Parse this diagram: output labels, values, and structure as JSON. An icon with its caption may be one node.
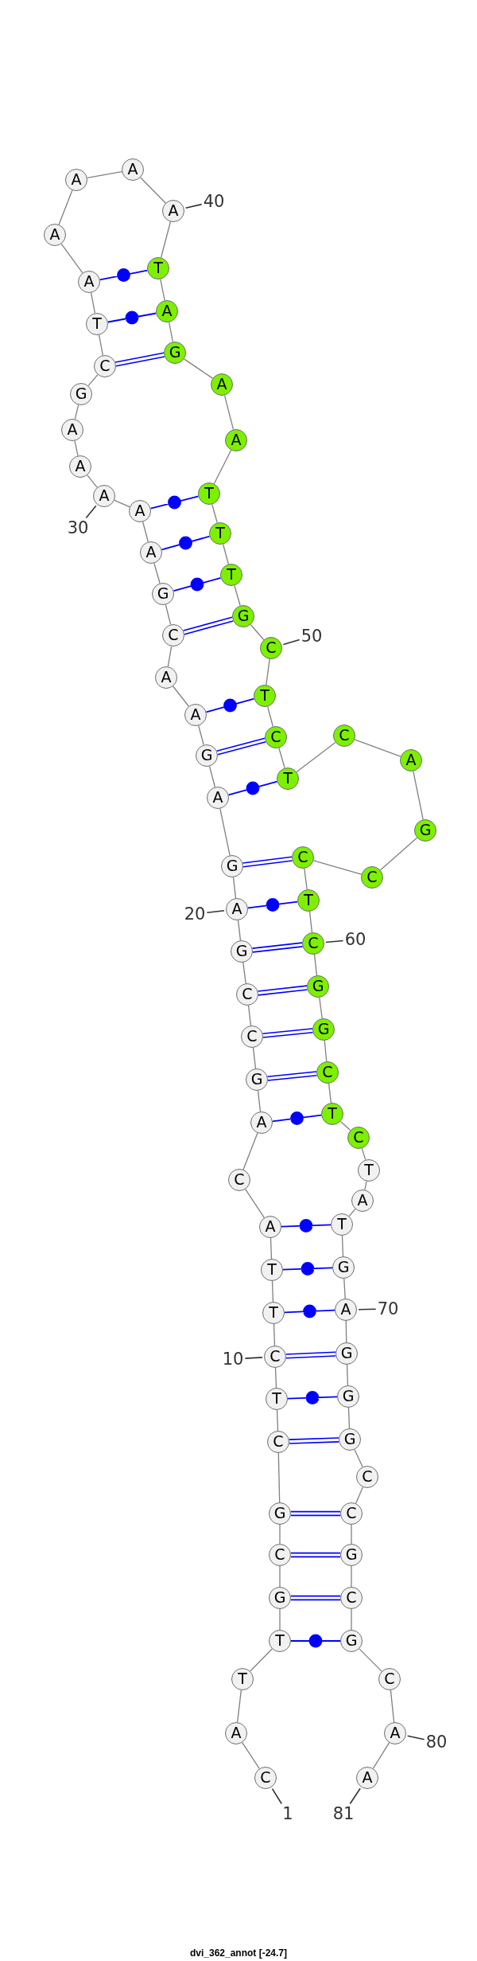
{
  "diagram": {
    "caption": "dvi_362_annot [-24.7]",
    "nodes": [
      {
        "text": [
          "C"
        ]
      },
      {
        "text": [
          "A"
        ]
      },
      {
        "text": [
          "T"
        ]
      },
      {
        "text": [
          "T"
        ]
      },
      {
        "text": [
          "G"
        ]
      },
      {
        "text": [
          "C"
        ]
      },
      {
        "text": [
          "G"
        ]
      },
      {
        "text": [
          "C"
        ]
      },
      {
        "text": [
          "T"
        ]
      },
      {
        "text": [
          "C"
        ]
      },
      {
        "text": [
          "T"
        ]
      },
      {
        "text": [
          "T"
        ]
      },
      {
        "text": [
          "A"
        ]
      },
      {
        "text": [
          "C"
        ]
      },
      {
        "text": [
          "A"
        ]
      },
      {
        "text": [
          "G"
        ]
      },
      {
        "text": [
          "C"
        ]
      },
      {
        "text": [
          "C"
        ]
      },
      {
        "text": [
          "G"
        ]
      },
      {
        "text": [
          "A"
        ]
      },
      {
        "text": [
          "G"
        ]
      },
      {
        "text": [
          "A"
        ]
      },
      {
        "text": [
          "G"
        ]
      },
      {
        "text": [
          "A"
        ]
      },
      {
        "text": [
          "A"
        ]
      },
      {
        "text": [
          "C"
        ]
      },
      {
        "text": [
          "G"
        ]
      },
      {
        "text": [
          "A"
        ]
      },
      {
        "text": [
          "A"
        ]
      },
      {
        "text": [
          "A"
        ]
      },
      {
        "text": [
          "A"
        ]
      },
      {
        "text": [
          "A"
        ]
      },
      {
        "text": [
          "G"
        ]
      },
      {
        "text": [
          "C"
        ]
      },
      {
        "text": [
          "T"
        ]
      },
      {
        "text": [
          "A"
        ]
      },
      {
        "text": [
          "A"
        ]
      },
      {
        "text": [
          "A"
        ]
      },
      {
        "text": [
          "A"
        ]
      },
      {
        "text": [
          "A"
        ]
      },
      {
        "text": [
          "T"
        ]
      },
      {
        "text": [
          "A"
        ]
      },
      {
        "text": [
          "G"
        ]
      },
      {
        "text": [
          "A"
        ]
      },
      {
        "text": [
          "A"
        ]
      },
      {
        "text": [
          "T"
        ]
      },
      {
        "text": [
          "T"
        ]
      },
      {
        "text": [
          "T"
        ]
      },
      {
        "text": [
          "G"
        ]
      },
      {
        "text": [
          "C"
        ]
      },
      {
        "text": [
          "T"
        ]
      },
      {
        "text": [
          "C"
        ]
      },
      {
        "text": [
          "T"
        ]
      },
      {
        "text": [
          "C"
        ]
      },
      {
        "text": [
          "A"
        ]
      },
      {
        "text": [
          "G"
        ]
      },
      {
        "text": [
          "C"
        ]
      },
      {
        "text": [
          "C"
        ]
      },
      {
        "text": [
          "T"
        ]
      },
      {
        "text": [
          "C"
        ]
      },
      {
        "text": [
          "G"
        ]
      },
      {
        "text": [
          "G"
        ]
      },
      {
        "text": [
          "C"
        ]
      },
      {
        "text": [
          "T"
        ]
      },
      {
        "text": [
          "C"
        ]
      },
      {
        "text": [
          "T"
        ]
      },
      {
        "text": [
          "A"
        ]
      },
      {
        "text": [
          "T"
        ]
      },
      {
        "text": [
          "G"
        ]
      },
      {
        "text": [
          "A"
        ]
      },
      {
        "text": [
          "G"
        ]
      },
      {
        "text": [
          "G"
        ]
      },
      {
        "text": [
          "G"
        ]
      },
      {
        "text": [
          "C"
        ]
      },
      {
        "text": [
          "C"
        ]
      },
      {
        "text": [
          "G"
        ]
      },
      {
        "text": [
          "C"
        ]
      },
      {
        "text": [
          "G"
        ]
      },
      {
        "text": [
          "C"
        ]
      },
      {
        "text": [
          "A"
        ]
      },
      {
        "text": [
          "A"
        ]
      },
      {
        "text": [
          "1"
        ]
      },
      {
        "text": [
          "10"
        ]
      },
      {
        "text": [
          "20"
        ]
      },
      {
        "text": [
          "30"
        ]
      },
      {
        "text": [
          "40"
        ]
      },
      {
        "text": [
          "50"
        ]
      },
      {
        "text": [
          "60"
        ]
      },
      {
        "text": [
          "70"
        ]
      },
      {
        "text": [
          "80"
        ]
      },
      {
        "text": [
          "81"
        ]
      }
    ],
    "edges": [
      {
        "from": 0,
        "to": 1,
        "arrow": "none"
      },
      {
        "from": 1,
        "to": 2,
        "arrow": "none"
      },
      {
        "from": 2,
        "to": 3,
        "arrow": "none"
      },
      {
        "from": 3,
        "to": 4,
        "arrow": "none"
      },
      {
        "from": 4,
        "to": 5,
        "arrow": "none"
      },
      {
        "from": 5,
        "to": 6,
        "arrow": "none"
      },
      {
        "from": 6,
        "to": 7,
        "arrow": "none"
      },
      {
        "from": 7,
        "to": 8,
        "arrow": "none"
      },
      {
        "from": 8,
        "to": 9,
        "arrow": "none"
      },
      {
        "from": 9,
        "to": 10,
        "arrow": "none"
      },
      {
        "from": 10,
        "to": 11,
        "arrow": "none"
      },
      {
        "from": 11,
        "to": 12,
        "arrow": "none"
      },
      {
        "from": 12,
        "to": 13,
        "arrow": "none"
      },
      {
        "from": 13,
        "to": 14,
        "arrow": "none"
      },
      {
        "from": 14,
        "to": 15,
        "arrow": "none"
      },
      {
        "from": 15,
        "to": 16,
        "arrow": "none"
      },
      {
        "from": 16,
        "to": 17,
        "arrow": "none"
      },
      {
        "from": 17,
        "to": 18,
        "arrow": "none"
      },
      {
        "from": 18,
        "to": 19,
        "arrow": "none"
      },
      {
        "from": 19,
        "to": 20,
        "arrow": "none"
      },
      {
        "from": 20,
        "to": 21,
        "arrow": "none"
      },
      {
        "from": 21,
        "to": 22,
        "arrow": "none"
      },
      {
        "from": 22,
        "to": 23,
        "arrow": "none"
      },
      {
        "from": 23,
        "to": 24,
        "arrow": "none"
      },
      {
        "from": 24,
        "to": 25,
        "arrow": "none"
      },
      {
        "from": 25,
        "to": 26,
        "arrow": "none"
      },
      {
        "from": 26,
        "to": 27,
        "arrow": "none"
      },
      {
        "from": 27,
        "to": 28,
        "arrow": "none"
      },
      {
        "from": 28,
        "to": 29,
        "arrow": "none"
      },
      {
        "from": 29,
        "to": 30,
        "arrow": "none"
      },
      {
        "from": 30,
        "to": 31,
        "arrow": "none"
      },
      {
        "from": 31,
        "to": 32,
        "arrow": "none"
      },
      {
        "from": 32,
        "to": 33,
        "arrow": "none"
      },
      {
        "from": 33,
        "to": 34,
        "arrow": "none"
      },
      {
        "from": 34,
        "to": 35,
        "arrow": "none"
      },
      {
        "from": 35,
        "to": 36,
        "arrow": "none"
      },
      {
        "from": 36,
        "to": 37,
        "arrow": "none"
      },
      {
        "from": 37,
        "to": 38,
        "arrow": "none"
      },
      {
        "from": 38,
        "to": 39,
        "arrow": "none"
      },
      {
        "from": 39,
        "to": 40,
        "arrow": "none"
      },
      {
        "from": 40,
        "to": 41,
        "arrow": "none"
      },
      {
        "from": 41,
        "to": 42,
        "arrow": "none"
      },
      {
        "from": 42,
        "to": 43,
        "arrow": "none"
      },
      {
        "from": 43,
        "to": 44,
        "arrow": "none"
      },
      {
        "from": 44,
        "to": 45,
        "arrow": "none"
      },
      {
        "from": 45,
        "to": 46,
        "arrow": "none"
      },
      {
        "from": 46,
        "to": 47,
        "arrow": "none"
      },
      {
        "from": 47,
        "to": 48,
        "arrow": "none"
      },
      {
        "from": 48,
        "to": 49,
        "arrow": "none"
      },
      {
        "from": 49,
        "to": 50,
        "arrow": "none"
      },
      {
        "from": 50,
        "to": 51,
        "arrow": "none"
      },
      {
        "from": 51,
        "to": 52,
        "arrow": "none"
      },
      {
        "from": 52,
        "to": 53,
        "arrow": "none"
      },
      {
        "from": 53,
        "to": 54,
        "arrow": "none"
      },
      {
        "from": 54,
        "to": 55,
        "arrow": "none"
      },
      {
        "from": 55,
        "to": 56,
        "arrow": "none"
      },
      {
        "from": 56,
        "to": 57,
        "arrow": "none"
      },
      {
        "from": 57,
        "to": 58,
        "arrow": "none"
      },
      {
        "from": 58,
        "to": 59,
        "arrow": "none"
      },
      {
        "from": 59,
        "to": 60,
        "arrow": "none"
      },
      {
        "from": 60,
        "to": 61,
        "arrow": "none"
      },
      {
        "from": 61,
        "to": 62,
        "arrow": "none"
      },
      {
        "from": 62,
        "to": 63,
        "arrow": "none"
      },
      {
        "from": 63,
        "to": 64,
        "arrow": "none"
      },
      {
        "from": 64,
        "to": 65,
        "arrow": "none"
      },
      {
        "from": 65,
        "to": 66,
        "arrow": "none"
      },
      {
        "from": 66,
        "to": 67,
        "arrow": "none"
      },
      {
        "from": 67,
        "to": 68,
        "arrow": "none"
      },
      {
        "from": 68,
        "to": 69,
        "arrow": "none"
      },
      {
        "from": 69,
        "to": 70,
        "arrow": "none"
      },
      {
        "from": 70,
        "to": 71,
        "arrow": "none"
      },
      {
        "from": 71,
        "to": 72,
        "arrow": "none"
      },
      {
        "from": 72,
        "to": 73,
        "arrow": "none"
      },
      {
        "from": 73,
        "to": 74,
        "arrow": "none"
      },
      {
        "from": 74,
        "to": 75,
        "arrow": "none"
      },
      {
        "from": 75,
        "to": 76,
        "arrow": "none"
      },
      {
        "from": 76,
        "to": 77,
        "arrow": "none"
      },
      {
        "from": 77,
        "to": 78,
        "arrow": "none"
      },
      {
        "from": 78,
        "to": 79,
        "arrow": "none"
      },
      {
        "from": 79,
        "to": 80,
        "arrow": "none"
      },
      {
        "from": 3,
        "to": 77,
        "arrow": "none",
        "color": "#0000ff"
      },
      {
        "from": 4,
        "to": 76,
        "arrow": "none",
        "color": "#0000ff"
      },
      {
        "from": 5,
        "to": 75,
        "arrow": "none",
        "color": "#0000ff"
      },
      {
        "from": 6,
        "to": 74,
        "arrow": "none",
        "color": "#0000ff"
      },
      {
        "from": 7,
        "to": 72,
        "arrow": "none",
        "color": "#0000ff"
      },
      {
        "from": 8,
        "to": 71,
        "arrow": "none",
        "color": "#0000ff"
      },
      {
        "from": 9,
        "to": 70,
        "arrow": "none",
        "color": "#0000ff"
      },
      {
        "from": 10,
        "to": 69,
        "arrow": "none",
        "color": "#0000ff"
      },
      {
        "from": 11,
        "to": 68,
        "arrow": "none",
        "color": "#0000ff"
      },
      {
        "from": 12,
        "to": 67,
        "arrow": "none",
        "color": "#0000ff"
      },
      {
        "from": 14,
        "to": 63,
        "arrow": "none",
        "color": "#0000ff"
      },
      {
        "from": 15,
        "to": 62,
        "arrow": "none",
        "color": "#0000ff"
      },
      {
        "from": 16,
        "to": 61,
        "arrow": "none",
        "color": "#0000ff"
      },
      {
        "from": 17,
        "to": 60,
        "arrow": "none",
        "color": "#0000ff"
      },
      {
        "from": 18,
        "to": 59,
        "arrow": "none",
        "color": "#0000ff"
      },
      {
        "from": 19,
        "to": 58,
        "arrow": "none",
        "color": "#0000ff"
      },
      {
        "from": 20,
        "to": 57,
        "arrow": "none",
        "color": "#0000ff"
      },
      {
        "from": 21,
        "to": 52,
        "arrow": "none",
        "color": "#0000ff"
      },
      {
        "from": 22,
        "to": 51,
        "arrow": "none",
        "color": "#0000ff"
      },
      {
        "from": 23,
        "to": 50,
        "arrow": "none",
        "color": "#0000ff"
      },
      {
        "from": 25,
        "to": 48,
        "arrow": "none",
        "color": "#0000ff"
      },
      {
        "from": 26,
        "to": 47,
        "arrow": "none",
        "color": "#0000ff"
      },
      {
        "from": 27,
        "to": 46,
        "arrow": "none",
        "color": "#0000ff"
      },
      {
        "from": 28,
        "to": 45,
        "arrow": "none",
        "color": "#0000ff"
      },
      {
        "from": 33,
        "to": 42,
        "arrow": "none",
        "color": "#0000ff"
      },
      {
        "from": 34,
        "to": 41,
        "arrow": "none",
        "color": "#0000ff"
      },
      {
        "from": 35,
        "to": 40,
        "arrow": "none",
        "color": "#0000ff"
      },
      {
        "from": 81,
        "to": 0,
        "arrow": "none",
        "color": "#333333"
      },
      {
        "from": 82,
        "to": 9,
        "arrow": "none",
        "color": "#333333"
      },
      {
        "from": 83,
        "to": 19,
        "arrow": "none",
        "color": "#333333"
      },
      {
        "from": 84,
        "to": 29,
        "arrow": "none",
        "color": "#333333"
      },
      {
        "from": 85,
        "to": 39,
        "arrow": "none",
        "color": "#333333"
      },
      {
        "from": 86,
        "to": 49,
        "arrow": "none",
        "color": "#333333"
      },
      {
        "from": 87,
        "to": 59,
        "arrow": "none",
        "color": "#333333"
      },
      {
        "from": 88,
        "to": 69,
        "arrow": "none",
        "color": "#333333"
      },
      {
        "from": 89,
        "to": 79,
        "arrow": "none",
        "color": "#333333"
      },
      {
        "from": 90,
        "to": 80,
        "arrow": "none",
        "color": "#333333"
      }
    ]
  }
}
